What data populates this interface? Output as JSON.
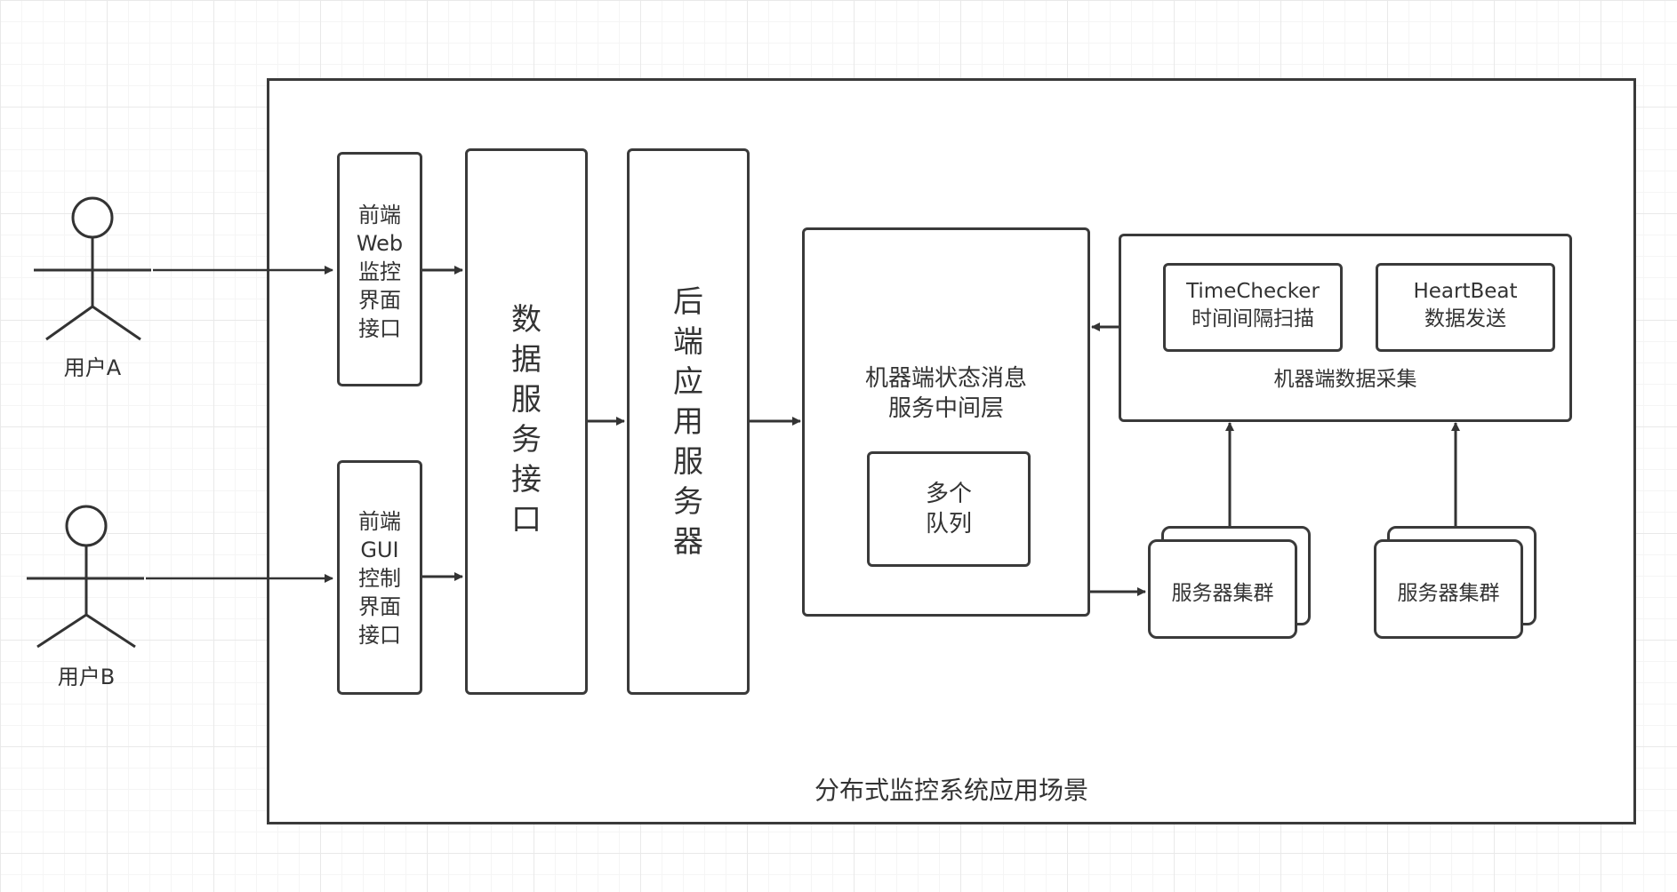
{
  "actors": [
    {
      "label": "用户A"
    },
    {
      "label": "用户B"
    }
  ],
  "scenario_title": "分布式监控系统应用场景",
  "frontend_web": "前端\nWeb\n监控\n界面\n接口",
  "frontend_gui": "前端\nGUI\n控制\n界面\n接口",
  "data_service": "数\n据\n服\n务\n接\n口",
  "backend_server": "后\n端\n应\n用\n服\n务\n器",
  "middleware": {
    "title": "机器端状态消息\n服务中间层",
    "queue": "多个\n队列"
  },
  "collector": {
    "title": "机器端数据采集",
    "time_checker": "TimeChecker\n时间间隔扫描",
    "heartbeat": "HeartBeat\n数据发送"
  },
  "cluster_left": "服务器集群",
  "cluster_right": "服务器集群"
}
